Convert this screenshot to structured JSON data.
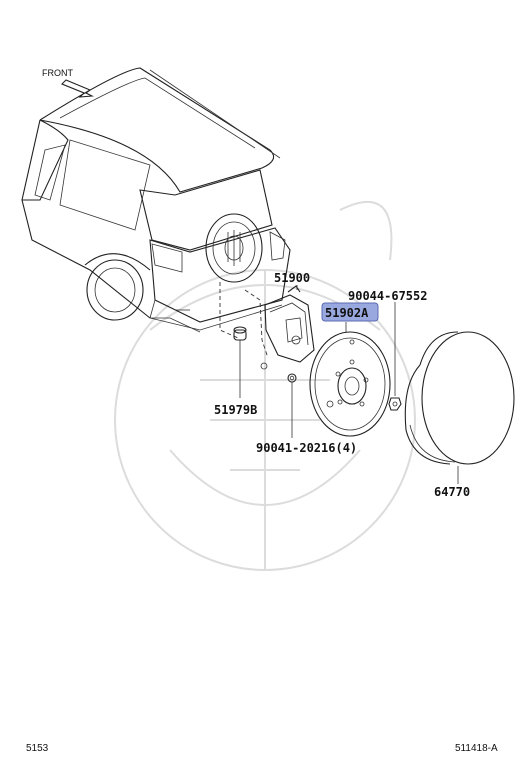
{
  "front_label": "FRONT",
  "parts": {
    "p51900": "51900",
    "p90044": "90044-67552",
    "p51902a": "51902A",
    "p51979b": "51979B",
    "p90041": "90041-20216(4)",
    "p64770": "64770"
  },
  "highlight_color": "#9aa8e0",
  "footer": {
    "left": "5153",
    "right": "511418-A"
  }
}
